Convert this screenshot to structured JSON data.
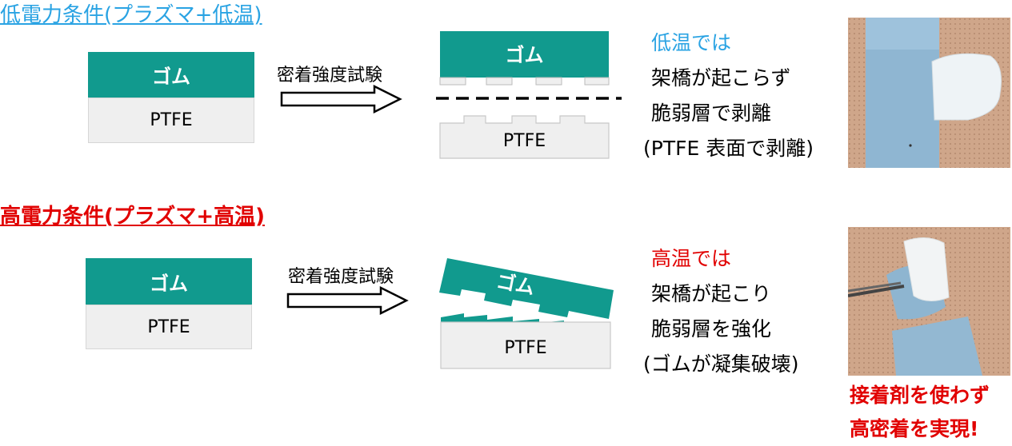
{
  "low": {
    "title": "低電力条件(プラズマ+低温)",
    "rubber": "ゴム",
    "ptfe": "PTFE",
    "test_label": "密着強度試験",
    "after_rubber": "ゴム",
    "after_ptfe": "PTFE",
    "desc": [
      "低温では",
      "架橋が起こらず",
      "脆弱層で剥離",
      "(PTFE 表面で剥離)"
    ]
  },
  "high": {
    "title": "高電力条件(プラズマ+高温)",
    "rubber": "ゴム",
    "ptfe": "PTFE",
    "test_label": "密着強度試験",
    "after_rubber": "ゴム",
    "after_ptfe": "PTFE",
    "desc": [
      "高温では",
      "架橋が起こり",
      "脆弱層を強化",
      "(ゴムが凝集破壊)"
    ]
  },
  "result": [
    "接着剤を使わず",
    "高密着を実現!"
  ],
  "colors": {
    "rubber": "#119a8e",
    "ptfe": "#efefef",
    "low_accent": "#2aa3e3",
    "high_accent": "#e10000"
  }
}
